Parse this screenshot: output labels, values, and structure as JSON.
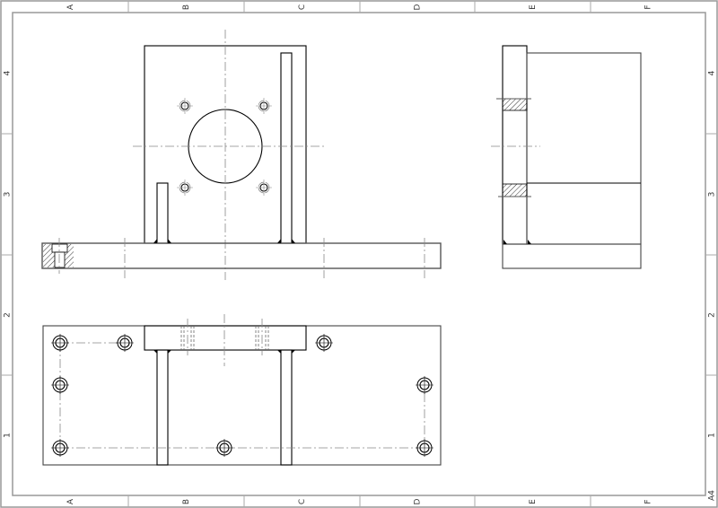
{
  "sheet": {
    "format": "A4",
    "columns": [
      "A",
      "B",
      "C",
      "D",
      "E",
      "F"
    ],
    "rows": [
      "4",
      "3",
      "2",
      "1"
    ]
  },
  "views": [
    "front-view",
    "side-view",
    "top-view"
  ],
  "colors": {
    "line": "#000000",
    "frame": "#999999",
    "centerline": "#888888"
  }
}
